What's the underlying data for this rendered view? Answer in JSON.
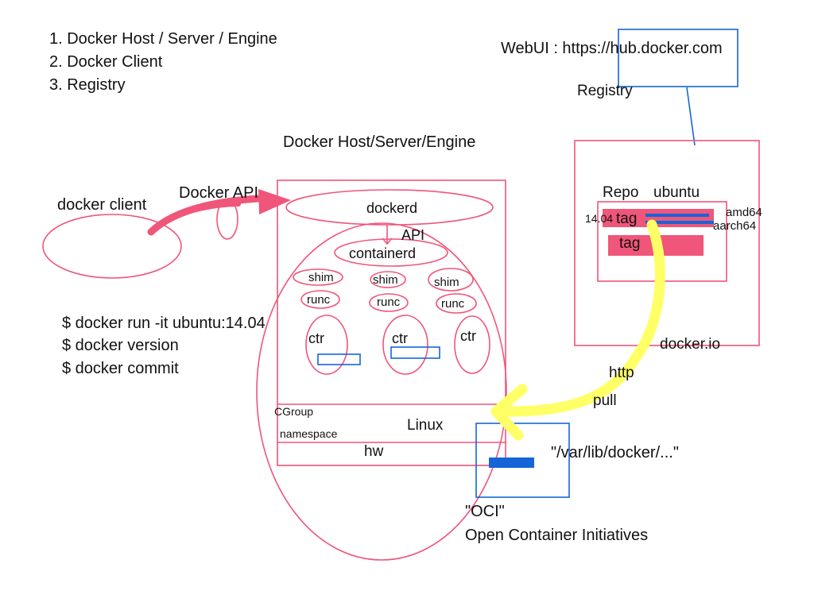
{
  "legend": {
    "item1": "1. Docker Host / Server / Engine",
    "item2": "2. Docker Client",
    "item3": "3. Registry"
  },
  "registry": {
    "webui": "WebUI : https://hub.docker.com",
    "label": "Registry",
    "repo": "Repo",
    "repo_name": "ubuntu",
    "tag_version": "14.04",
    "tag1": "tag",
    "tag2": "tag",
    "arch1": "amd64",
    "arch2": "aarch64",
    "domain": "docker.io"
  },
  "host": {
    "title": "Docker Host/Server/Engine",
    "dockerd": "dockerd",
    "api": "API",
    "containerd": "containerd",
    "shim1": "shim",
    "shim2": "shim",
    "shim3": "shim",
    "runc1": "runc",
    "runc2": "runc",
    "runc3": "runc",
    "ctr1": "ctr",
    "ctr2": "ctr",
    "ctr3": "ctr",
    "cgroup": "CGroup",
    "namespace": "namespace",
    "linux": "Linux",
    "hw": "hw"
  },
  "client": {
    "label": "docker client",
    "api": "Docker API"
  },
  "commands": {
    "cmd1": "$ docker run -it ubuntu:14.04",
    "cmd2": "$ docker version",
    "cmd3": "$ docker commit"
  },
  "transfer": {
    "http": "http",
    "pull": "pull",
    "path": "\"/var/lib/docker/...\""
  },
  "oci": {
    "abbr": "\"OCI\"",
    "full": "Open Container Initiatives"
  },
  "colors": {
    "pink": "#f0557a",
    "blue": "#1565d8",
    "yellow": "#ffff66"
  }
}
